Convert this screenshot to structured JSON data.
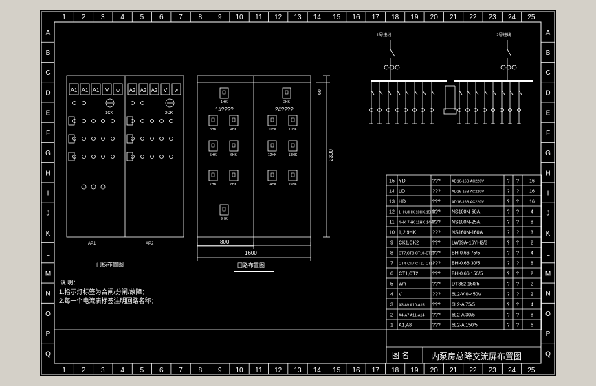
{
  "colors": {
    "background": "#000000",
    "line": "#ffffff",
    "frame_bg": "#d4d0c8"
  },
  "grid": {
    "columns": [
      "1",
      "2",
      "3",
      "4",
      "5",
      "6",
      "7",
      "8",
      "9",
      "10",
      "11",
      "12",
      "13",
      "14",
      "15",
      "16",
      "17",
      "18",
      "19",
      "20",
      "21",
      "22",
      "23",
      "24",
      "25"
    ],
    "rows": [
      "A",
      "B",
      "C",
      "D",
      "E",
      "F",
      "G",
      "H",
      "I",
      "J",
      "K",
      "L",
      "M",
      "N",
      "O",
      "P",
      "Q"
    ]
  },
  "door_panel": {
    "title": "门板布置图",
    "meter_labels": [
      "A1",
      "A1",
      "A1",
      "V",
      "W",
      "A2",
      "A2",
      "A2",
      "V",
      "W"
    ],
    "switch_labels": [
      "1CK",
      "2CK"
    ],
    "cabinet_labels": [
      "AP1",
      "AP2"
    ]
  },
  "circuit_panel": {
    "title": "回路布置图",
    "section_labels": [
      "1#????",
      "2#????"
    ],
    "breaker_labels": [
      "1HK",
      "2HK",
      "3HK",
      "4HK",
      "5HK",
      "6HK",
      "7HK",
      "8HK",
      "9HK",
      "10HK",
      "11HK",
      "12HK",
      "13HK",
      "14HK",
      "15HK"
    ],
    "dim_width": "1600",
    "dim_section": "800",
    "dim_height": "2300",
    "dim_top": "60"
  },
  "schematic": {
    "source_left": "1号进线",
    "source_right": "2号进线"
  },
  "notes": {
    "heading": "说  明：",
    "items": [
      "1.指示灯标签为合闸/分闸/故障；",
      "2.每一个电流表标签注明回路名称；"
    ]
  },
  "bom": {
    "rows": [
      [
        "15",
        "YD",
        "???",
        "AD16-16B AC220V",
        "?",
        "?",
        "16"
      ],
      [
        "14",
        "LD",
        "???",
        "AD16-16B AC220V",
        "?",
        "?",
        "16"
      ],
      [
        "13",
        "HD",
        "???",
        "AD16-16B AC220V",
        "?",
        "?",
        "16"
      ],
      [
        "12",
        "1HK,8HK 10HK,15HK",
        "???",
        "NS100N-60A",
        "?",
        "?",
        "4"
      ],
      [
        "11",
        "4HK-7HK 11HK-14HK",
        "???",
        "NS100N-25A",
        "?",
        "?",
        "8"
      ],
      [
        "10",
        "1,2,9HK",
        "???",
        "NS160N-160A",
        "?",
        "?",
        "3"
      ],
      [
        "9",
        "CK1,CK2",
        "???",
        "LW39A-16YH2/3",
        "?",
        "?",
        "2"
      ],
      [
        "8",
        "CT7,CT8 CT10-CT15",
        "???",
        "BH-0.66 75/5",
        "?",
        "?",
        "4"
      ],
      [
        "7",
        "CT4-CT7 CT11-CT14",
        "???",
        "BH-0.66 30/5",
        "?",
        "?",
        "8"
      ],
      [
        "6",
        "CT1,CT2",
        "???",
        "BH-0.66 150/5",
        "?",
        "?",
        "2"
      ],
      [
        "5",
        "Wh",
        "???",
        "DT862 150/5",
        "?",
        "?",
        "2"
      ],
      [
        "4",
        "V",
        "???",
        "6L2-V 0-450V",
        "?",
        "?",
        "2"
      ],
      [
        "3",
        "A3,A9 A10-A15",
        "???",
        "6L2-A 75/5",
        "?",
        "?",
        "4"
      ],
      [
        "2",
        "A4-A7 A11-A14",
        "???",
        "6L2-A 30/5",
        "?",
        "?",
        "8"
      ],
      [
        "1",
        "A1,A8",
        "???",
        "6L2-A 150/5",
        "?",
        "?",
        "6"
      ]
    ]
  },
  "title_block": {
    "label": "图  名",
    "name": "内泵房总降交流屏布置图"
  }
}
